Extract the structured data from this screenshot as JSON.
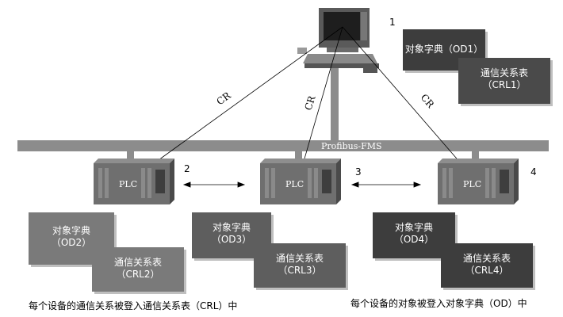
{
  "bus": {
    "label": "Profibus-FMS"
  },
  "links": {
    "cr1": "CR",
    "cr2": "CR",
    "cr3": "CR"
  },
  "plcs": [
    {
      "label": "PLC"
    },
    {
      "label": "PLC"
    },
    {
      "label": "PLC"
    }
  ],
  "numbers": {
    "n1": "1",
    "n2": "2",
    "n3": "3",
    "n4": "4"
  },
  "boxes": {
    "od1": {
      "title": "对象字典",
      "id": "（OD1）"
    },
    "crl1": {
      "title": "通信关系表",
      "id": "（CRL1）"
    },
    "od2": {
      "title": "对象字典",
      "id": "（OD2）"
    },
    "crl2": {
      "title": "通信关系表",
      "id": "（CRL2）"
    },
    "od3": {
      "title": "对象字典",
      "id": "（OD3）"
    },
    "crl3": {
      "title": "通信关系表",
      "id": "（CRL3）"
    },
    "od4": {
      "title": "对象字典",
      "id": "（OD4）"
    },
    "crl4": {
      "title": "通信关系表",
      "id": "（CRL4）"
    }
  },
  "captions": {
    "left": "每个设备的通信关系被登入通信关系表（CRL）中",
    "right": "每个设备的对象被登入对象字典（OD）中"
  },
  "colors": {
    "bus": "#8c8c8c",
    "box_light": "#7a7a7a",
    "box_mid": "#5e5e5e",
    "box_dark": "#3d3d3d",
    "plc": "#6f6f6f"
  }
}
